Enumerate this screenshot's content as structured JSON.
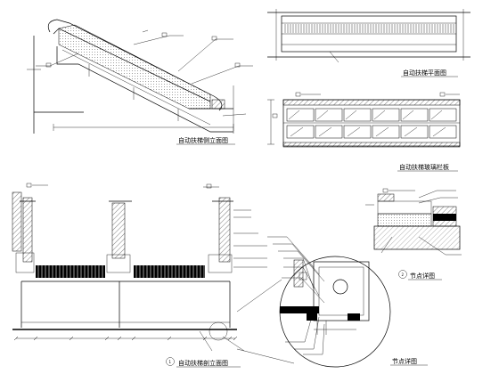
{
  "titles": {
    "side_elevation": "自动扶梯侧立面图",
    "top_plan": "自动扶梯平面图",
    "glass_balustrade": "自动扶梯玻璃栏板",
    "front_section": "自动扶梯剖立面图",
    "detail_a": "节点详图",
    "detail_b": "节点详图"
  },
  "markers": {
    "front_section": "1",
    "detail_a": "2"
  },
  "colors": {
    "line": "#000000",
    "background": "#ffffff",
    "fill_dark": "#000000"
  }
}
